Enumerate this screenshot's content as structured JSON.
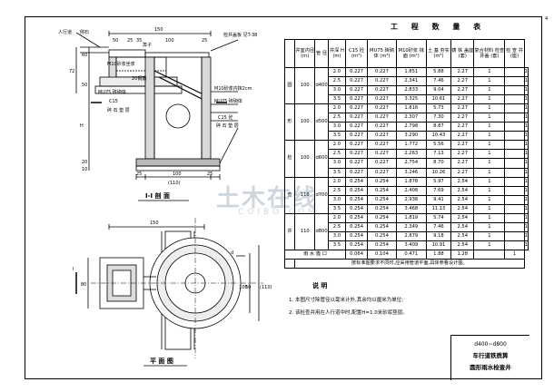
{
  "section": {
    "label_road_stone": "人行道",
    "label_curb": "侧石",
    "label_grate": "箅子",
    "label_lid_note": "检井盖板 见T-38",
    "label_mortar_top": "M10砂浆坐浆",
    "label_plaster": "M10砂浆内抹2cm",
    "label_brick_left": "MU75 砖砌体",
    "label_brick_right": "MU75 砖砌体",
    "label_c15_left": "C15",
    "label_gravel_left": "碎 石 垫 层",
    "label_c15_right": "C15 砼",
    "label_gravel_right": "碎 石 垫 层",
    "label_bars": "20钢筋",
    "dim_top": "150",
    "dim_gap": "50",
    "dim_25": "25",
    "dim_35": "35",
    "dim_100": "100",
    "dim_25b": "25",
    "dim_bottom_left": "25",
    "dim_bottom_mid": "100",
    "dim_bottom_right": "25",
    "dim_bottom_total": "(110)",
    "dim_72": "72",
    "dim_60": "60",
    "dim_50": "50",
    "dim_h": "H",
    "dim_20": "20",
    "dim_10": "10",
    "view_title": "I-I 剖 面"
  },
  "plan": {
    "dim_top": "150",
    "dim_left_v": "Ⅰ",
    "dim_80": "80",
    "dim_50a": "50",
    "dim_110": "(110)",
    "dim_100": "100",
    "dim_d": "d",
    "view_title": "平 面 图"
  },
  "table": {
    "title": "工 程 数 量 表",
    "header": [
      "井室内径 (m)",
      "管 径",
      "井深 H (m)",
      "C15 砼 (m³)",
      "MU75 砖砌体 (m³)",
      "M10砂浆 抹面 (m²)",
      "土 基 夯实 (m²)",
      "铸 铁 盖座 (套)",
      "复合材料 检查井盖 (套)",
      "检 查 井 (座)"
    ],
    "groups": [
      {
        "name": "圆",
        "inner": "100",
        "pipe": "d400"
      },
      {
        "name": "形",
        "inner": "100",
        "pipe": "d500"
      },
      {
        "name": "检",
        "inner": "100",
        "pipe": "d600"
      },
      {
        "name": "查",
        "inner": "110",
        "pipe": "d700"
      },
      {
        "name": "井",
        "inner": "110",
        "pipe": "d800"
      }
    ],
    "rows": [
      [
        "2.0",
        "0.227",
        "0.227",
        "1.851",
        "5.88",
        "2.27",
        "1",
        "1"
      ],
      [
        "2.5",
        "0.227",
        "0.227",
        "2.341",
        "7.46",
        "2.27",
        "1",
        "1"
      ],
      [
        "3.0",
        "0.227",
        "0.227",
        "2.833",
        "9.04",
        "2.27",
        "1",
        "1"
      ],
      [
        "3.5",
        "0.227",
        "0.227",
        "3.325",
        "10.61",
        "2.27",
        "1",
        "1"
      ],
      [
        "2.0",
        "0.227",
        "0.227",
        "1.816",
        "5.73",
        "2.27",
        "1",
        "1"
      ],
      [
        "2.5",
        "0.227",
        "0.227",
        "2.307",
        "7.30",
        "2.27",
        "1",
        "1"
      ],
      [
        "3.0",
        "0.227",
        "0.227",
        "2.798",
        "8.87",
        "2.27",
        "1",
        "1"
      ],
      [
        "3.5",
        "0.227",
        "0.227",
        "3.290",
        "10.43",
        "2.27",
        "1",
        "1"
      ],
      [
        "2.0",
        "0.227",
        "0.227",
        "1.772",
        "5.56",
        "2.27",
        "1",
        "1"
      ],
      [
        "2.5",
        "0.227",
        "0.227",
        "2.263",
        "7.13",
        "2.27",
        "1",
        "1"
      ],
      [
        "3.0",
        "0.227",
        "0.227",
        "2.754",
        "8.70",
        "2.27",
        "1",
        "1"
      ],
      [
        "3.5",
        "0.227",
        "0.227",
        "3.246",
        "10.26",
        "2.27",
        "1",
        "1"
      ],
      [
        "2.0",
        "0.254",
        "0.254",
        "1.878",
        "5.97",
        "2.54",
        "1",
        "1"
      ],
      [
        "2.5",
        "0.254",
        "0.254",
        "2.408",
        "7.69",
        "2.54",
        "1",
        "1"
      ],
      [
        "3.0",
        "0.254",
        "0.254",
        "2.938",
        "9.41",
        "2.54",
        "1",
        "1"
      ],
      [
        "3.5",
        "0.254",
        "0.254",
        "3.468",
        "11.13",
        "2.54",
        "1",
        "1"
      ],
      [
        "2.0",
        "0.254",
        "0.254",
        "1.819",
        "5.74",
        "2.54",
        "1",
        "1"
      ],
      [
        "2.5",
        "0.254",
        "0.254",
        "2.349",
        "7.46",
        "2.54",
        "1",
        "1"
      ],
      [
        "3.0",
        "0.254",
        "0.254",
        "2.879",
        "9.18",
        "2.54",
        "1",
        "1"
      ],
      [
        "3.5",
        "0.254",
        "0.254",
        "3.409",
        "10.91",
        "2.54",
        "1",
        "1"
      ]
    ],
    "sump_row": {
      "label": "雨 水 篦 口",
      "c15": "0.064",
      "brick": "0.104",
      "mortar": "0.471",
      "soil": "1.88",
      "lid": "1.28",
      "count": "1"
    },
    "note_row": "按标准图要求不同时,应采用管道平面,具体参看设计图。"
  },
  "notes": {
    "heading": "说 明",
    "n1": "1. 本图尺寸除管径以毫米计外,其余均以厘米为单位;",
    "n2": "2. 该检查井用在人行道中时,配置H=1.0米砂浆垫层。"
  },
  "titlebox": {
    "line1": "d400~d800",
    "line2": "车行道铁质箅",
    "line3": "圆形雨水检查井"
  },
  "watermark": {
    "main": "土木在线",
    "sub": "COIBO.COM"
  },
  "sheet_mark": "4"
}
